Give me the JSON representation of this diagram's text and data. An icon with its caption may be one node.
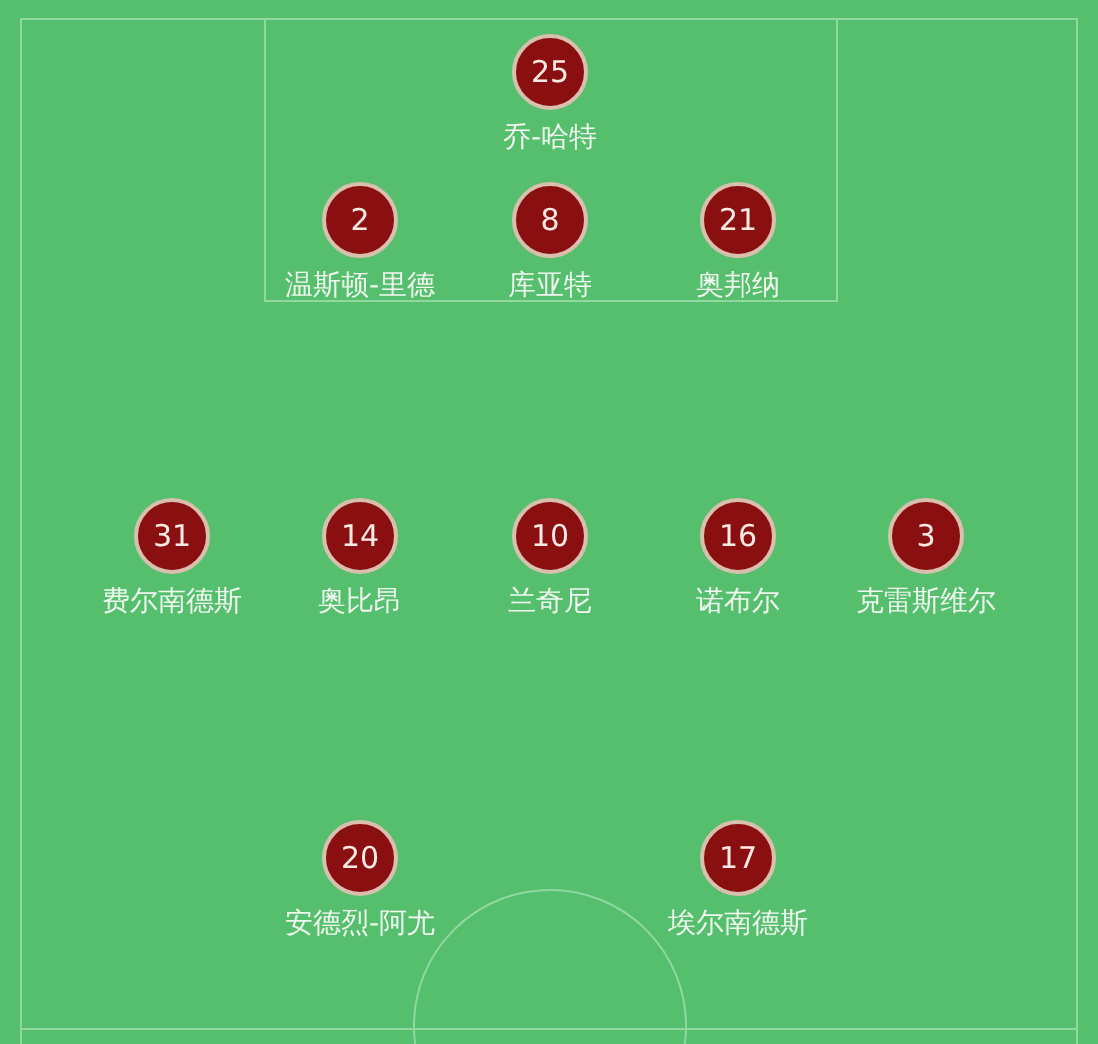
{
  "diagram": {
    "nodes": [
      {
        "text": [
          "25"
        ],
        "beside": [
          "乔-哈特"
        ]
      },
      {
        "text": [
          "2"
        ],
        "beside": [
          "温斯顿-里德"
        ]
      },
      {
        "text": [
          "8"
        ],
        "beside": [
          "库亚特"
        ]
      },
      {
        "text": [
          "21"
        ],
        "beside": [
          "奥邦纳"
        ]
      },
      {
        "text": [
          "31"
        ],
        "beside": [
          "费尔南德斯"
        ]
      },
      {
        "text": [
          "14"
        ],
        "beside": [
          "奥比昂"
        ]
      },
      {
        "text": [
          "10"
        ],
        "beside": [
          "兰奇尼"
        ]
      },
      {
        "text": [
          "16"
        ],
        "beside": [
          "诺布尔"
        ]
      },
      {
        "text": [
          "3"
        ],
        "beside": [
          "克雷斯维尔"
        ]
      },
      {
        "text": [
          "20"
        ],
        "beside": [
          "安德烈-阿尤"
        ]
      },
      {
        "text": [
          "17"
        ],
        "beside": [
          "埃尔南德斯"
        ]
      }
    ]
  }
}
